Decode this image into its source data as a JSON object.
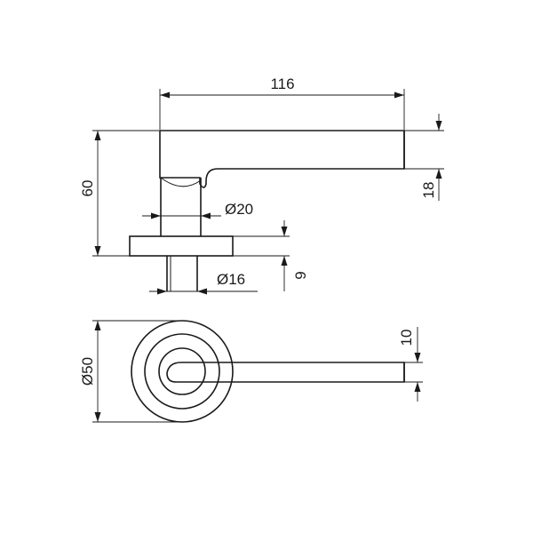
{
  "drawing": {
    "side_view": {
      "length_label": "116",
      "height_label": "60",
      "lever_thickness_label": "18",
      "neck_diameter_label": "Ø20",
      "rose_thickness_label": "9",
      "spindle_diameter_label": "Ø16"
    },
    "top_view": {
      "rose_diameter_label": "Ø50",
      "lever_width_label": "10"
    }
  }
}
